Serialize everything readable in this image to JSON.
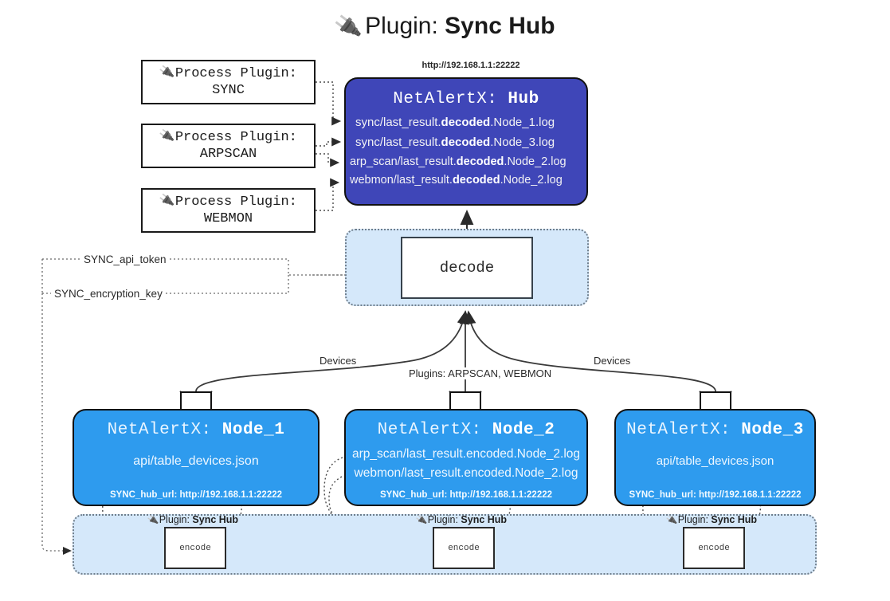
{
  "title": {
    "icon": "plug-icon",
    "prefix": "Plugin: ",
    "name": "Sync Hub"
  },
  "process_plugins": [
    {
      "icon": "plug-icon",
      "heading": "Process Plugin:",
      "name": "SYNC"
    },
    {
      "icon": "plug-icon",
      "heading": "Process Plugin:",
      "name": "ARPSCAN"
    },
    {
      "icon": "plug-icon",
      "heading": "Process Plugin:",
      "name": "WEBMON"
    }
  ],
  "hub": {
    "url": "http://192.168.1.1:22222",
    "title_prefix": "NetAlertX: ",
    "title_name": "Hub",
    "lines": [
      {
        "pre": "sync/last_result.",
        "strong": "decoded",
        "post": ".Node_1.log"
      },
      {
        "pre": "sync/last_result.",
        "strong": "decoded",
        "post": ".Node_3.log"
      },
      {
        "pre": "arp_scan/last_result.",
        "strong": "decoded",
        "post": ".Node_2.log"
      },
      {
        "pre": "webmon/last_result.",
        "strong": "decoded",
        "post": ".Node_2.log"
      }
    ]
  },
  "decode": {
    "label": "decode"
  },
  "keys": {
    "api_token": "SYNC_api_token",
    "encryption_key": "SYNC_encryption_key"
  },
  "edge_labels": {
    "devices_left": "Devices",
    "devices_right": "Devices",
    "plugins_mid": "Plugins: ARPSCAN, WEBMON"
  },
  "nodes": [
    {
      "title_prefix": "NetAlertX: ",
      "title_name": "Node_1",
      "lines": [
        "api/table_devices.json"
      ],
      "hub_url_label": "SYNC_hub_url: http://192.168.1.1:22222",
      "envelope_icon": "envelope-icon"
    },
    {
      "title_prefix": "NetAlertX: ",
      "title_name": "Node_2",
      "lines": [
        "arp_scan/last_result.encoded.Node_2.log",
        "webmon/last_result.encoded.Node_2.log"
      ],
      "hub_url_label": "SYNC_hub_url: http://192.168.1.1:22222",
      "envelope_icon": "envelope-icon"
    },
    {
      "title_prefix": "NetAlertX: ",
      "title_name": "Node_3",
      "lines": [
        "api/table_devices.json"
      ],
      "hub_url_label": "SYNC_hub_url: http://192.168.1.1:22222",
      "envelope_icon": "envelope-icon"
    }
  ],
  "encoders": [
    {
      "caption_prefix": "Plugin: ",
      "caption_name": "Sync Hub",
      "label": "encode",
      "icon": "plug-icon"
    },
    {
      "caption_prefix": "Plugin: ",
      "caption_name": "Sync Hub",
      "label": "encode",
      "icon": "plug-icon"
    },
    {
      "caption_prefix": "Plugin: ",
      "caption_name": "Sync Hub",
      "label": "encode",
      "icon": "plug-icon"
    }
  ],
  "colors": {
    "hub_fill": "#3f46b8",
    "node_fill": "#2e9bee",
    "container_fill": "#d5e8fa",
    "stroke": "#111111",
    "dotted_stroke": "#6f7e8c",
    "background": "#ffffff"
  }
}
